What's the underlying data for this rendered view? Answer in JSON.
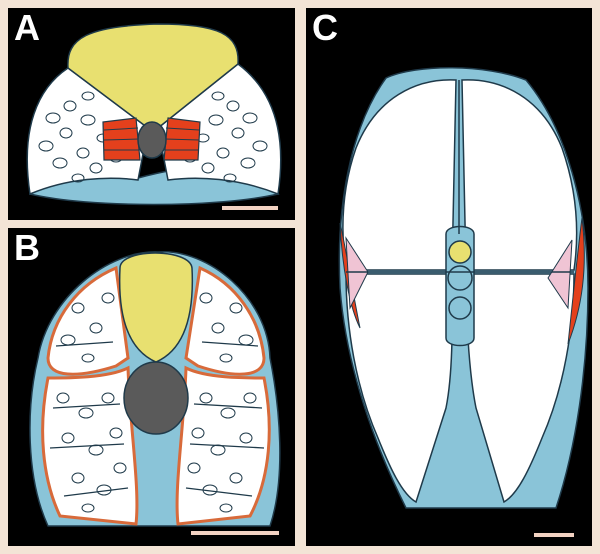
{
  "figure": {
    "panels": [
      {
        "letter": "A"
      },
      {
        "letter": "B"
      },
      {
        "letter": "C"
      }
    ]
  },
  "colors": {
    "background": "#000000",
    "tissue_white": "#ffffff",
    "notochord_yellow": "#e8e070",
    "cartilage_blue": "#8ac4d8",
    "muscle_red": "#e4401c",
    "nerve_gray": "#5a5a5a",
    "membrane_pink": "#f0c4d4",
    "outline": "#1f3a4a",
    "scale_bar": "#f2d2c2"
  }
}
